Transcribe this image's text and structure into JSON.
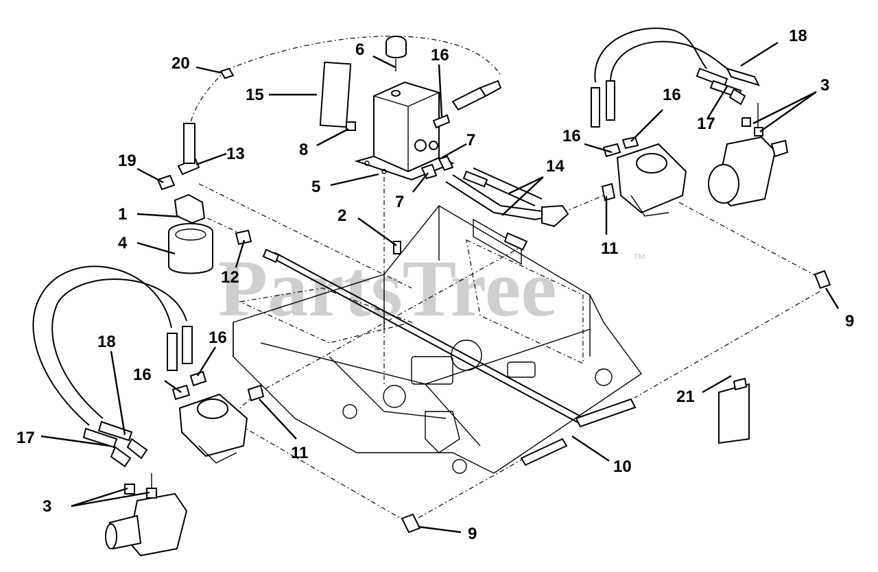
{
  "diagram": {
    "watermark": "PartsTree",
    "trademark": "™",
    "callouts": [
      "1",
      "2",
      "3",
      "3",
      "4",
      "5",
      "6",
      "7",
      "7",
      "8",
      "9",
      "9",
      "10",
      "11",
      "11",
      "12",
      "13",
      "14",
      "15",
      "16",
      "16",
      "16",
      "16",
      "16",
      "17",
      "17",
      "18",
      "18",
      "19",
      "20",
      "21"
    ]
  }
}
